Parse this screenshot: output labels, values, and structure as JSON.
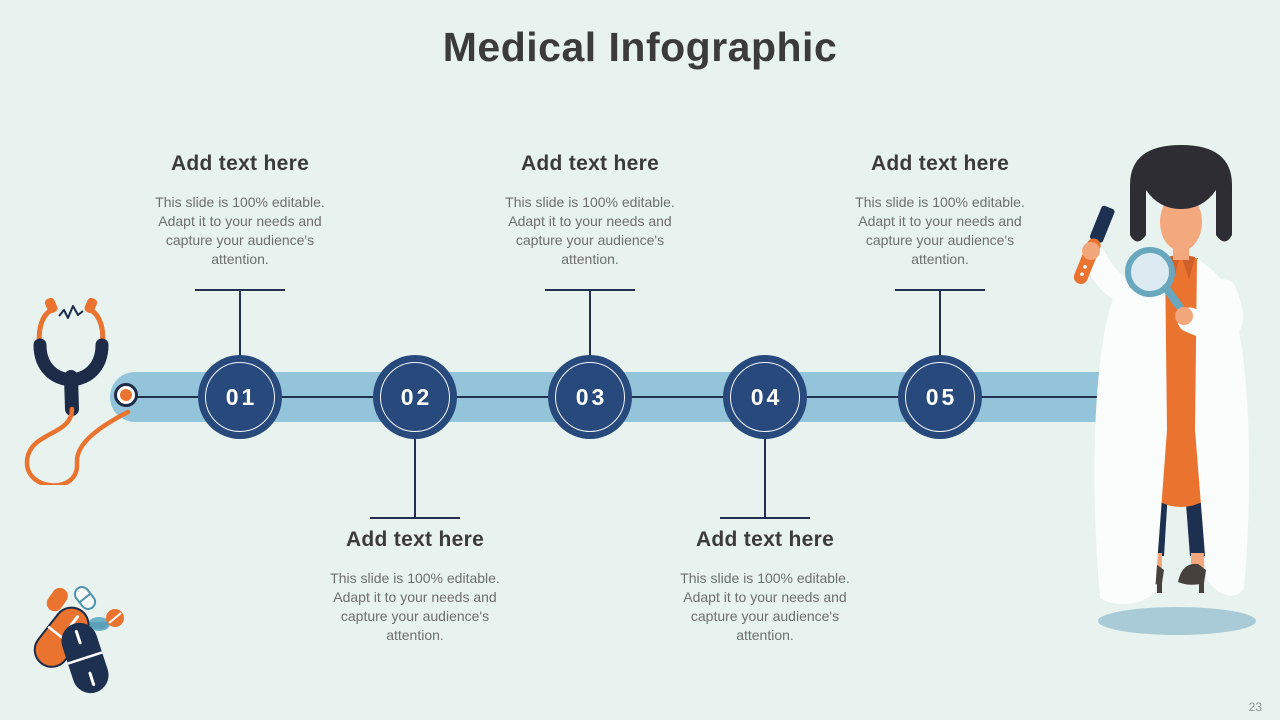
{
  "slide": {
    "title": "Medical Infographic",
    "page_number": "23",
    "background_color": "#e8f3ef"
  },
  "timeline": {
    "bar_color": "#93c4d9",
    "node_color": "#28497c",
    "connector_color": "#22304d",
    "steps": [
      {
        "number": "01",
        "label_position": "top",
        "heading": "Add text here",
        "body": "This slide is 100% editable. Adapt it to your needs and capture your audience's attention."
      },
      {
        "number": "02",
        "label_position": "bottom",
        "heading": "Add text here",
        "body": "This slide is 100% editable. Adapt it to your needs and capture your audience's attention."
      },
      {
        "number": "03",
        "label_position": "top",
        "heading": "Add text here",
        "body": "This slide is 100% editable. Adapt it to your needs and capture your audience's attention."
      },
      {
        "number": "04",
        "label_position": "bottom",
        "heading": "Add text here",
        "body": "This slide is 100% editable. Adapt it to your needs and capture your audience's attention."
      },
      {
        "number": "05",
        "label_position": "top",
        "heading": "Add text here",
        "body": "This slide is 100% editable. Adapt it to your needs and capture your audience's attention."
      }
    ]
  },
  "decorations": {
    "left_icon": "stethoscope-icon",
    "bottom_left_icon": "pills-icon",
    "right_illustration": "female-doctor-with-test-tube-and-magnifier",
    "accent_orange": "#e9732f",
    "accent_navy": "#1d3050",
    "accent_teal": "#69a7bf"
  }
}
